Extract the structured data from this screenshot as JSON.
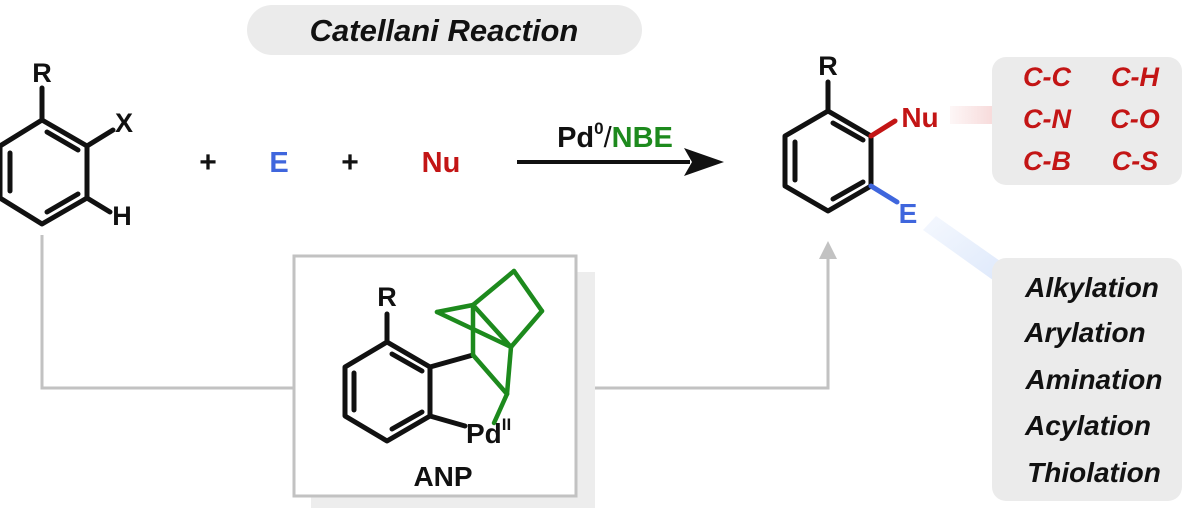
{
  "title": "Catellani Reaction",
  "reactants": {
    "aryl_R": "R",
    "aryl_X": "X",
    "aryl_H": "H",
    "plus1": "+",
    "electrophile": "E",
    "plus2": "+",
    "nucleophile": "Nu"
  },
  "conditions": {
    "catalyst": "Pd",
    "catalyst_sup": "0",
    "separator": "/",
    "mediator": "NBE"
  },
  "product": {
    "R": "R",
    "Nu": "Nu",
    "E": "E"
  },
  "intermediate": {
    "R": "R",
    "metal": "Pd",
    "metal_sup": "II",
    "name": "ANP"
  },
  "nu_bonds": [
    "C-C",
    "C-H",
    "C-N",
    "C-O",
    "C-B",
    "C-S"
  ],
  "e_reactions": [
    "Alkylation",
    "Arylation",
    "Amination",
    "Acylation",
    "Thiolation"
  ],
  "colors": {
    "black": "#111111",
    "blue": "#3f66dd",
    "red": "#c31515",
    "green": "#1d8a1d",
    "gray_box": "#ebebeb",
    "gray_line": "#c2c2c2"
  }
}
